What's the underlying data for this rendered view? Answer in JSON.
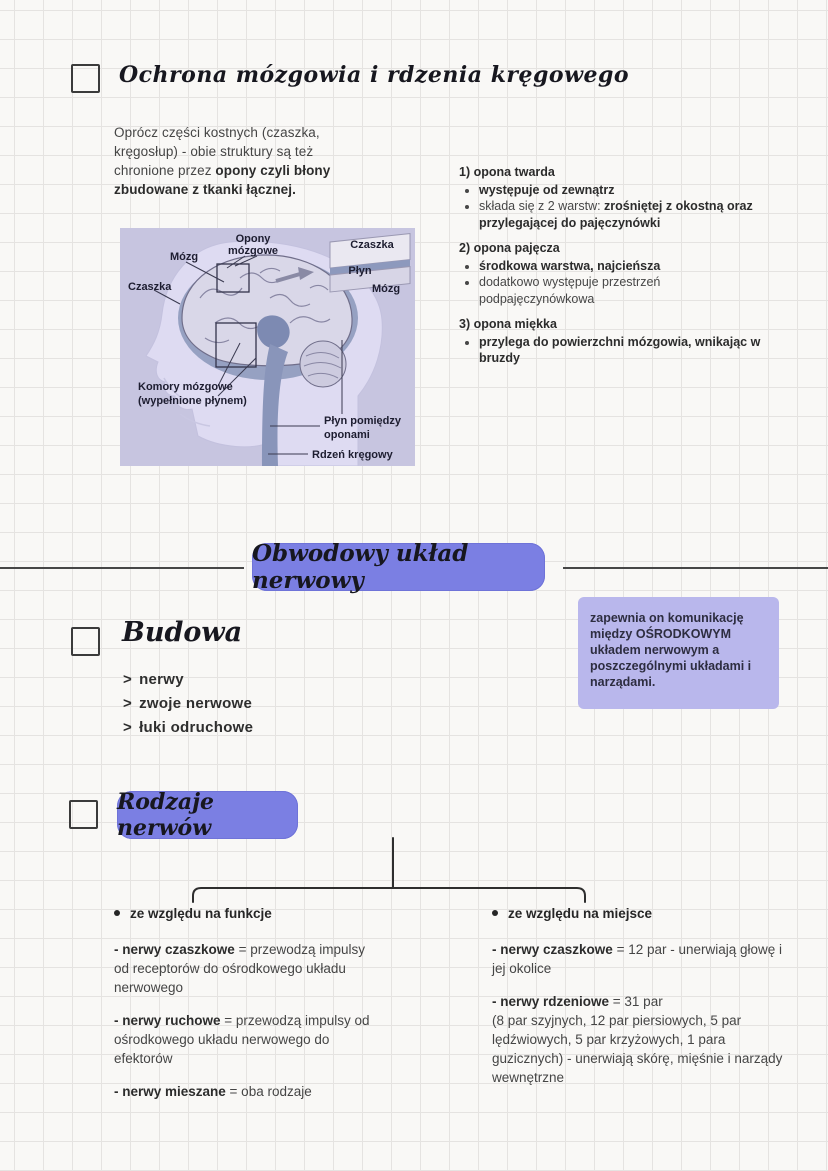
{
  "colors": {
    "accent_pill": "#7b7fe3",
    "note_box": "#b9b7ec",
    "figure_bg": "#c7c5e0",
    "divider_line": "#474747"
  },
  "section_protection": {
    "title": "Ochrona mózgowia i rdzenia kręgowego",
    "intro_regular": "Oprócz części kostnych (czaszka, kręgosłup) - obie struktury są też chronione przez ",
    "intro_bold": "opony czyli błony zbudowane z tkanki łącznej.",
    "meninges": [
      {
        "heading": "1) opona twarda",
        "bullets": [
          {
            "pre": "",
            "bold": "występuje od zewnątrz"
          },
          {
            "pre": "składa się z 2 warstw: ",
            "bold": "zrośniętej z okostną oraz przylegającej do pajęczynówki"
          }
        ]
      },
      {
        "heading": "2) opona pajęcza",
        "bullets": [
          {
            "pre": "",
            "bold": "środkowa warstwa, najcieńsza"
          },
          {
            "pre": "dodatkowo występuje przestrzeń podpajęczynówkowa",
            "bold": ""
          }
        ]
      },
      {
        "heading": "3) opona miękka",
        "bullets": [
          {
            "pre": "",
            "bold": "przylega do powierzchni mózgowia, wnikając w bruzdy"
          }
        ]
      }
    ]
  },
  "figure": {
    "label_mozg": "Mózg",
    "label_czaszka": "Czaszka",
    "label_opony_1": "Opony",
    "label_opony_2": "mózgowe",
    "inset_czaszka": "Czaszka",
    "inset_plyn": "Płyn",
    "inset_mozg": "Mózg",
    "label_komory_1": "Komory mózgowe",
    "label_komory_2": "(wypełnione płynem)",
    "label_plyn_1": "Płyn pomiędzy",
    "label_plyn_2": "oponami",
    "label_rdzen": "Rdzeń kręgowy"
  },
  "pns": {
    "banner_title": "Obwodowy układ nerwowy",
    "note_text": "zapewnia on komunikację między OŚRODKOWYM układem nerwowym a poszczególnymi układami i narządami."
  },
  "budowa": {
    "title": "Budowa",
    "marker": ">",
    "items": [
      "nerwy",
      "zwoje nerwowe",
      "łuki odruchowe"
    ]
  },
  "rodzaje": {
    "title": "Rodzaje nerwów",
    "left": {
      "heading": "ze względu na funkcje",
      "items": [
        {
          "term": "- nerwy czaszkowe",
          "def": " = przewodzą impulsy od receptorów do ośrodkowego układu nerwowego"
        },
        {
          "term": "- nerwy ruchowe",
          "def": " = przewodzą impulsy od ośrodkowego układu nerwowego do efektorów"
        },
        {
          "term": "- nerwy mieszane",
          "def": " = oba rodzaje"
        }
      ]
    },
    "right": {
      "heading": "ze względu na miejsce",
      "items": [
        {
          "term": "- nerwy czaszkowe",
          "def": " = 12 par - unerwiają głowę i jej okolice"
        },
        {
          "term": "- nerwy rdzeniowe",
          "def": " = 31 par",
          "def2": "(8 par szyjnych, 12 par piersiowych, 5 par lędźwiowych, 5 par krzyżowych, 1 para guzicznych) - unerwiają skórę, mięśnie i narządy wewnętrzne"
        }
      ]
    }
  }
}
